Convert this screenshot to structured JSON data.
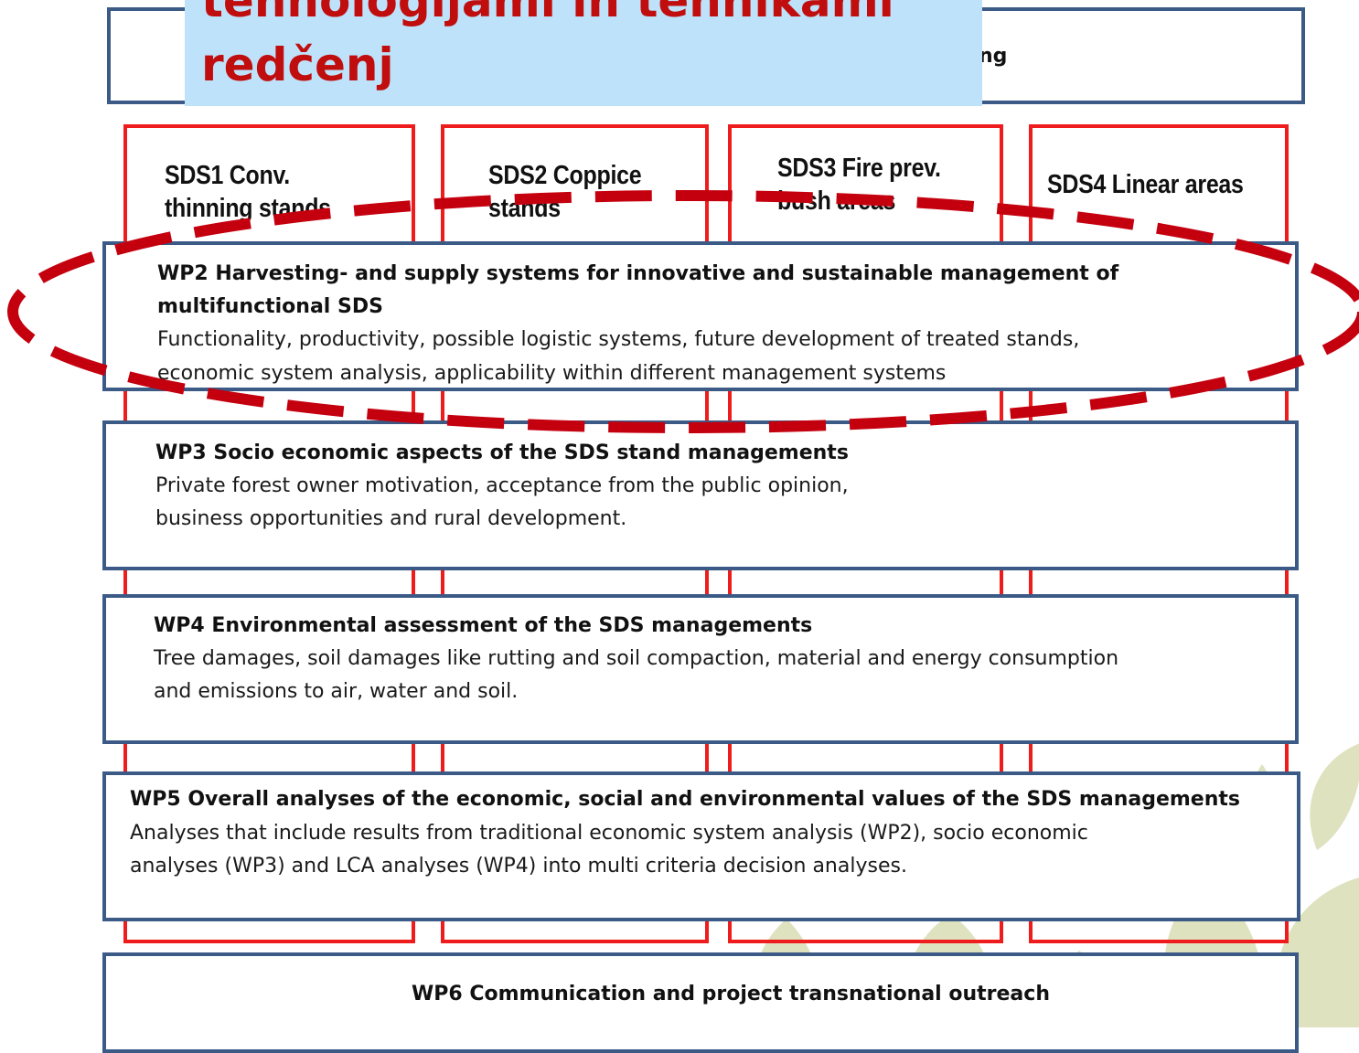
{
  "banner": {
    "line1": "tehnologijami in tehnikami",
    "line2": "redčenj"
  },
  "wp1": {
    "title_fragment": "ng"
  },
  "sds": [
    {
      "line1": "SDS1 Conv.",
      "line2": "thinning stands"
    },
    {
      "line1": "SDS2 Coppice",
      "line2": "stands"
    },
    {
      "line1": "SDS3 Fire prev.",
      "line2": "bush areas"
    },
    {
      "line1": "SDS4 Linear areas",
      "line2": ""
    }
  ],
  "wp2": {
    "title1": "WP2 Harvesting- and supply systems for innovative and sustainable management of",
    "title2": "multifunctional SDS",
    "desc1": "Functionality, productivity, possible logistic systems, future development of treated stands,",
    "desc2": "economic system analysis, applicability within different management systems"
  },
  "wp3": {
    "title": "WP3 Socio economic aspects of the SDS stand managements",
    "desc1": "Private forest owner motivation, acceptance from the public opinion,",
    "desc2": "business opportunities and rural development."
  },
  "wp4": {
    "title": "WP4 Environmental assessment of the SDS managements",
    "desc1": "Tree damages,  soil damages like rutting and soil compaction, material and energy consumption",
    "desc2": "and emissions to air, water and soil."
  },
  "wp5": {
    "title": "WP5 Overall analyses of the economic, social and environmental values of the SDS managements",
    "desc1": "Analyses that include results from traditional economic system analysis (WP2), socio economic",
    "desc2": "analyses (WP3) and LCA analyses (WP4) into multi criteria decision analyses."
  },
  "wp6": {
    "title": "WP6 Communication and project transnational outreach"
  },
  "colors": {
    "box_border": "#3b5a86",
    "column_border": "#ee1c1c",
    "highlight_dash": "#c4000f",
    "banner_bg": "#bfe2fb",
    "banner_text": "#c00d0d",
    "leaf": "#d9ddb4"
  }
}
